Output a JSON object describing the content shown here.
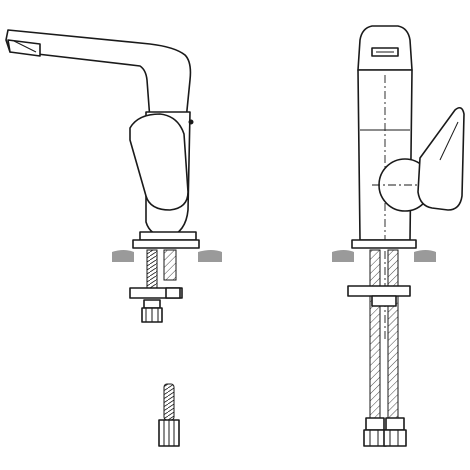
{
  "diagram": {
    "views": [
      {
        "view": "side"
      },
      {
        "view": "front"
      },
      {
        "view": "fitting"
      }
    ],
    "colors": {
      "line": "#1a1a1a",
      "fill": "#ffffff",
      "surface": "#9a9a9a"
    }
  }
}
